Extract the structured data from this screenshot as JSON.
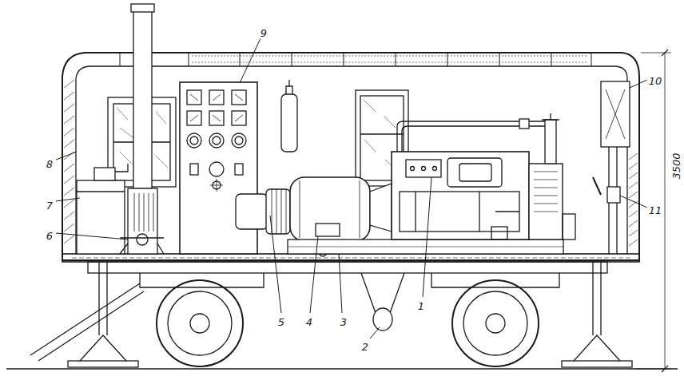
{
  "diagram": {
    "labels": [
      "9",
      "8",
      "7",
      "6",
      "5",
      "4",
      "3",
      "2",
      "1",
      "10",
      "11",
      "3500"
    ]
  }
}
